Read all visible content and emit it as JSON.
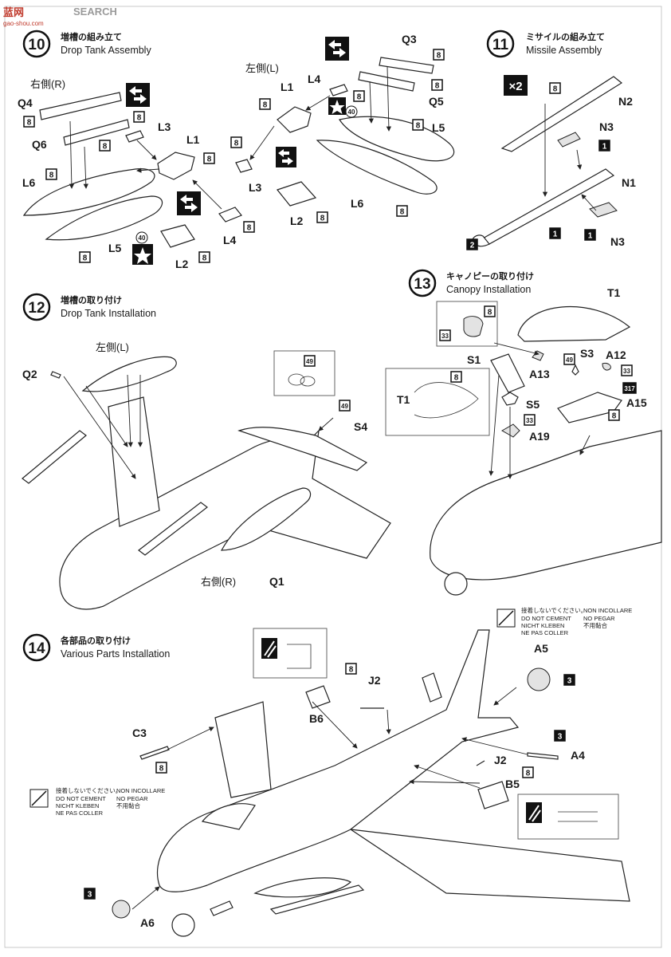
{
  "watermark": "SEARCH",
  "watermark_cn": "蓝网",
  "watermark_url": "gao-shou.com",
  "steps": [
    {
      "num": "10",
      "jp": "増槽の組み立て",
      "en": "Drop Tank Assembly"
    },
    {
      "num": "11",
      "jp": "ミサイルの組み立て",
      "en": "Missile Assembly"
    },
    {
      "num": "12",
      "jp": "増槽の取り付け",
      "en": "Drop Tank Installation"
    },
    {
      "num": "13",
      "jp": "キャノピーの取り付け",
      "en": "Canopy Installation"
    },
    {
      "num": "14",
      "jp": "各部品の取り付け",
      "en": "Various Parts Installation"
    }
  ],
  "sides": {
    "right": "右側(R)",
    "left": "左側(L)"
  },
  "times2": "×2",
  "labels": {
    "s10r": [
      "Q4",
      "Q6",
      "L6",
      "L5",
      "L3",
      "L1",
      "L2",
      "L4"
    ],
    "s10l": [
      "L4",
      "L1",
      "L3",
      "L2",
      "L6",
      "L5",
      "Q3",
      "Q5"
    ],
    "s11": [
      "N2",
      "N3",
      "N1",
      "N3"
    ],
    "s12": [
      "Q2",
      "S4",
      "Q1"
    ],
    "s13": [
      "T1",
      "S1",
      "A13",
      "S3",
      "A12",
      "S5",
      "A15",
      "A19",
      "T1"
    ],
    "s14": [
      "A5",
      "J2",
      "C3",
      "B6",
      "A4",
      "J2",
      "B5",
      "A6"
    ]
  },
  "colors": {
    "s10r": [
      "8",
      "8",
      "8",
      "8",
      "8",
      "8",
      "8",
      "8"
    ],
    "s10l": [
      "8",
      "8",
      "8",
      "8",
      "8",
      "8",
      "8",
      "8"
    ],
    "s11": [
      "8",
      "1",
      "1",
      "2",
      "1"
    ],
    "s12": [
      "49",
      "49"
    ],
    "s13": [
      "8",
      "33",
      "8",
      "49",
      "33",
      "317",
      "8",
      "33"
    ],
    "s14": [
      "3",
      "8",
      "8",
      "3",
      "8",
      "3"
    ]
  },
  "decals": {
    "d10a": "40",
    "d10b": "40"
  },
  "warning": {
    "jp": "接着しないでください。",
    "en": "DO NOT CEMENT",
    "de": "NICHT KLEBEN",
    "fr": "NE PAS COLLER",
    "it": "NON INCOLLARE",
    "es": "NO PEGAR",
    "cn": "不用黏合"
  }
}
